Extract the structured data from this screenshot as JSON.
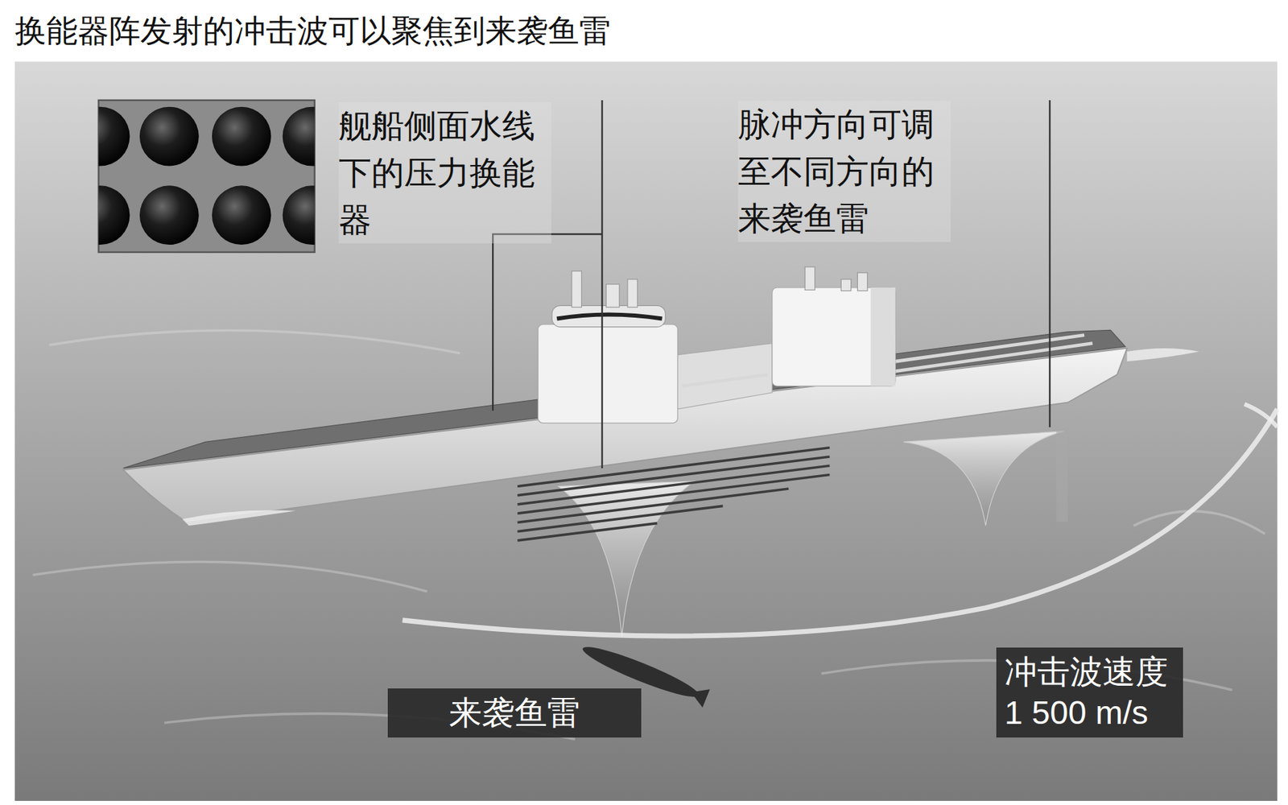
{
  "diagram": {
    "title": "换能器阵发射的冲击波可以聚焦到来袭鱼雷",
    "nodes": [
      {
        "text": [
          "来袭鱼雷"
        ]
      },
      {
        "text": [
          "冲击波速度1 500 m/s"
        ]
      }
    ],
    "labels": [
      "舰船侧面水线下的压力换能器",
      "脉冲方向可调至不同方向的来袭鱼雷"
    ]
  }
}
